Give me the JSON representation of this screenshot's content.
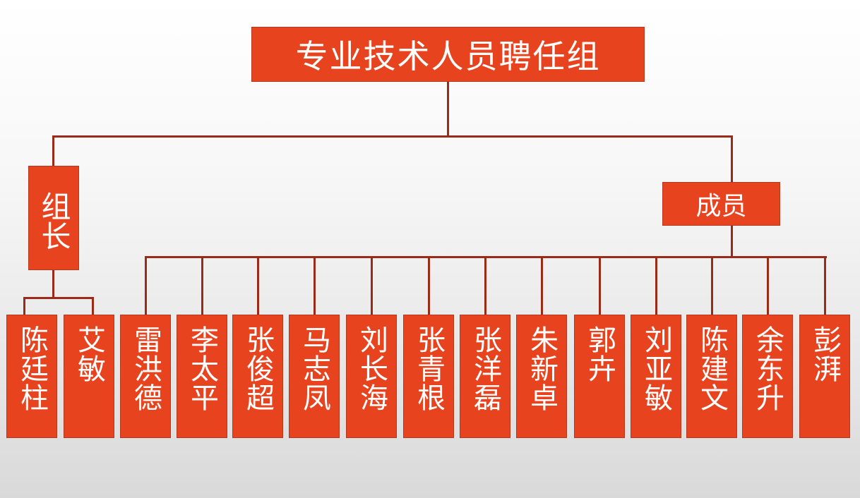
{
  "title": "专业技术人员聘任组",
  "leader_label": "组长",
  "members_label": "成员",
  "leaders": [
    "陈廷柱",
    "艾敏"
  ],
  "members": [
    "雷洪德",
    "李太平",
    "张俊超",
    "马志凤",
    "刘长海",
    "张青根",
    "张洋磊",
    "朱新卓",
    "郭卉",
    "刘亚敏",
    "陈建文",
    "余东升",
    "彭湃"
  ],
  "colors": {
    "box": "#e8431f",
    "line": "#9a2a1a",
    "text": "#ffffff"
  }
}
